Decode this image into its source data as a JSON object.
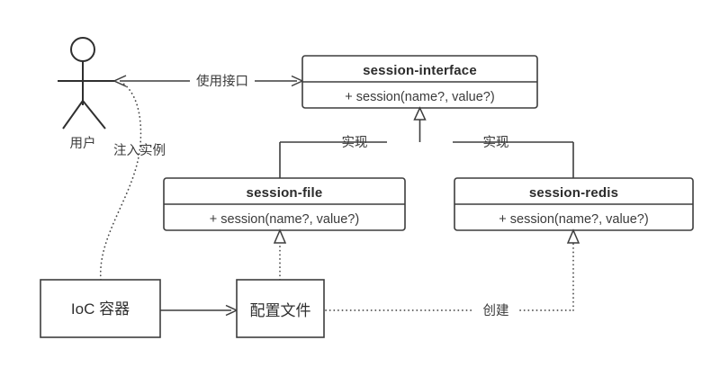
{
  "diagram": {
    "type": "uml-class-diagram",
    "background_color": "#ffffff",
    "line_color": "#3d3d3d",
    "text_color": "#2b2b2b"
  },
  "actor": {
    "name": "user-actor",
    "label": "用户"
  },
  "classes": [
    {
      "id": "session-interface",
      "title": "session-interface",
      "member": "+ session(name?, value?)"
    },
    {
      "id": "session-file",
      "title": "session-file",
      "member": "+ session(name?, value?)"
    },
    {
      "id": "session-redis",
      "title": "session-redis",
      "member": "+ session(name?, value?)"
    }
  ],
  "nodes": [
    {
      "id": "ioc-container",
      "label": "IoC 容器"
    },
    {
      "id": "config-file",
      "label": "配置文件"
    }
  ],
  "edges": [
    {
      "id": "use-interface",
      "label": "使用接口",
      "from": "user-actor",
      "to": "session-interface",
      "style": "solid",
      "arrow": "open"
    },
    {
      "id": "inject-instance",
      "label": "注入实例",
      "from": "ioc-container",
      "to": "user-actor",
      "style": "dotted",
      "arrow": "open"
    },
    {
      "id": "realize-file",
      "label": "实现",
      "from": "session-file",
      "to": "session-interface",
      "style": "solid",
      "arrow": "hollow-triangle"
    },
    {
      "id": "realize-redis",
      "label": "实现",
      "from": "session-redis",
      "to": "session-interface",
      "style": "solid",
      "arrow": "hollow-triangle"
    },
    {
      "id": "config-to-file",
      "label": "",
      "from": "config-file",
      "to": "session-file",
      "style": "dotted",
      "arrow": "hollow-triangle"
    },
    {
      "id": "create-redis",
      "label": "创建",
      "from": "config-file",
      "to": "session-redis",
      "style": "dotted",
      "arrow": "hollow-triangle"
    },
    {
      "id": "ioc-to-config",
      "label": "",
      "from": "ioc-container",
      "to": "config-file",
      "style": "solid",
      "arrow": "open"
    }
  ]
}
